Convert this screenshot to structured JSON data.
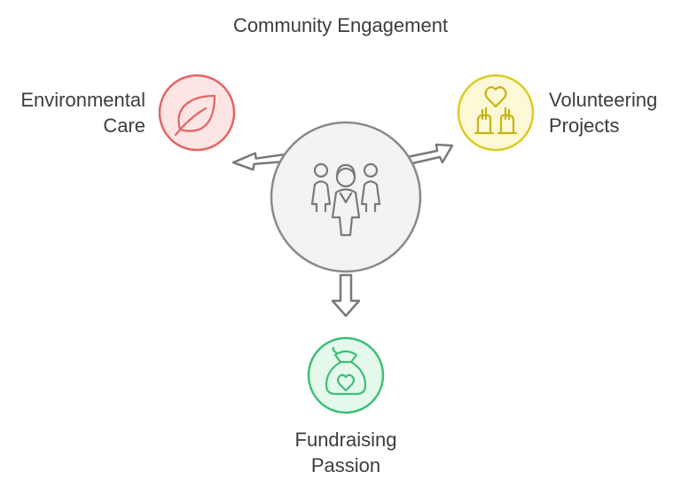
{
  "title": "Community Engagement",
  "center": {
    "icon": "community-people-icon"
  },
  "nodes": {
    "environmental": {
      "line1": "Environmental",
      "line2": "Care",
      "icon": "leaf-icon",
      "fill": "#fde5e5",
      "stroke": "#e46464"
    },
    "volunteering": {
      "line1": "Volunteering",
      "line2": "Projects",
      "icon": "heart-hands-icon",
      "fill": "#fdf9d6",
      "stroke": "#dccb24"
    },
    "fundraising": {
      "line1": "Fundraising",
      "line2": "Passion",
      "icon": "money-bag-heart-icon",
      "fill": "#e4f8ec",
      "stroke": "#3fbf78"
    }
  },
  "colors": {
    "center_fill": "#f3f3f3",
    "center_stroke": "#8a8a8a",
    "arrow_fill": "#ffffff",
    "arrow_stroke": "#7a7a7a"
  }
}
